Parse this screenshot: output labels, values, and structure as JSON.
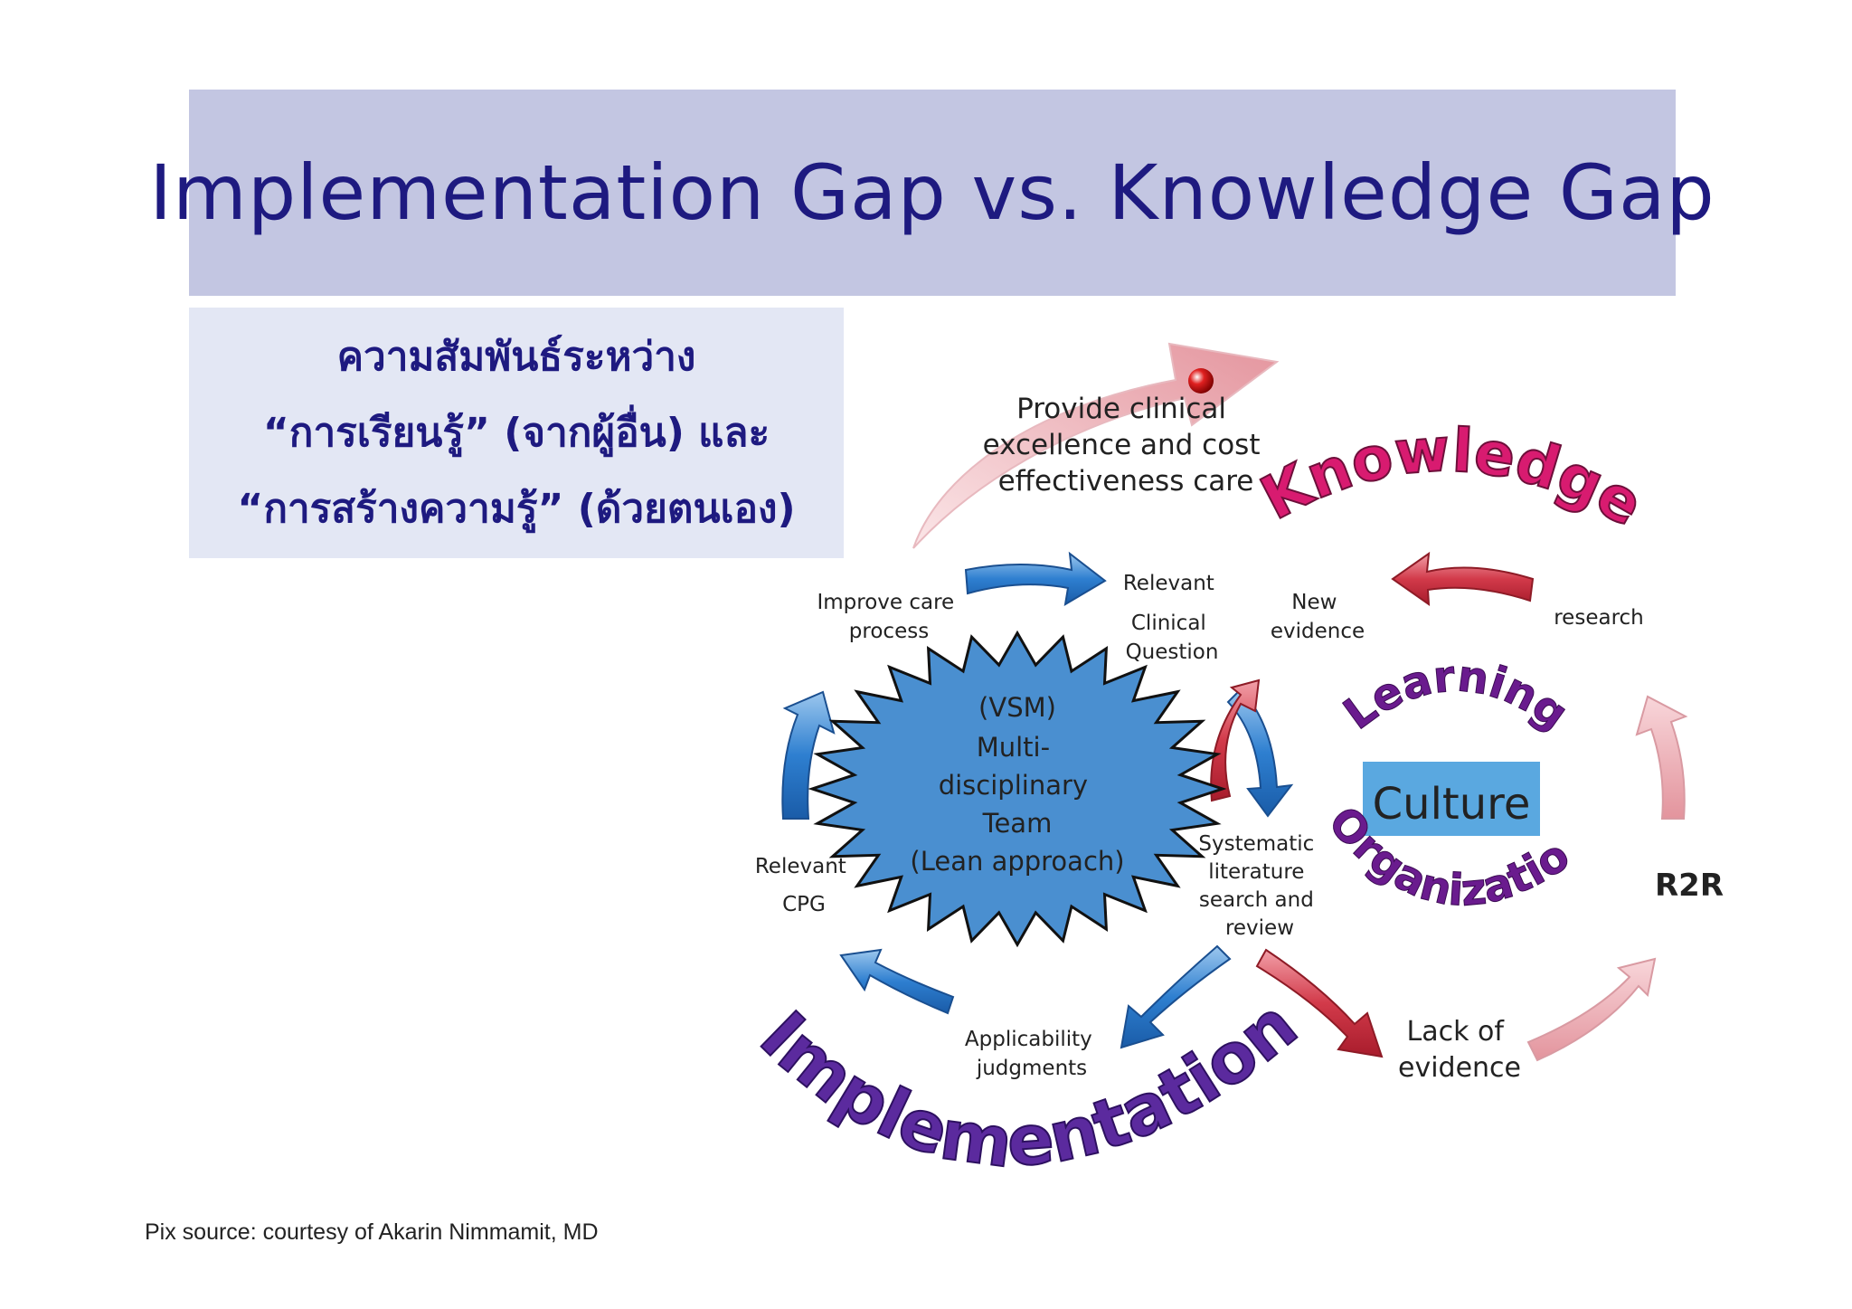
{
  "title": "Implementation Gap vs. Knowledge Gap",
  "thai_box": {
    "line1": "ความสัมพันธ์ระหว่าง",
    "line2": "“การเรียนรู้” (จากผู้อื่น) และ",
    "line3": "“การสร้างความรู้” (ด้วยตนเอง)"
  },
  "diagram": {
    "provide_care": [
      "Provide clinical",
      "excellence and cost",
      "effectiveness care"
    ],
    "knowledge": "Knowledge",
    "learning": "Learning",
    "culture": "Culture",
    "organization": "Organization",
    "implementation": "Implementation",
    "center": {
      "vsm": "(VSM)",
      "team": [
        "Multi-",
        "disciplinary",
        "Team"
      ],
      "lean": "(Lean approach)"
    },
    "labels": {
      "improve_care": [
        "Improve care",
        "process"
      ],
      "relevant_question": [
        "Relevant",
        "Clinical",
        "Question"
      ],
      "new_evidence": [
        "New",
        "evidence"
      ],
      "research": "research",
      "relevant_cpg": [
        "Relevant",
        "CPG"
      ],
      "systematic": [
        "Systematic",
        "literature",
        "search and",
        "review"
      ],
      "r2r": "R2R",
      "applicability": [
        "Applicability",
        "judgments"
      ],
      "lack_evidence": [
        "Lack of",
        "evidence"
      ]
    }
  },
  "source_note": "Pix source: courtesy of Akarin Nimmamit, MD"
}
